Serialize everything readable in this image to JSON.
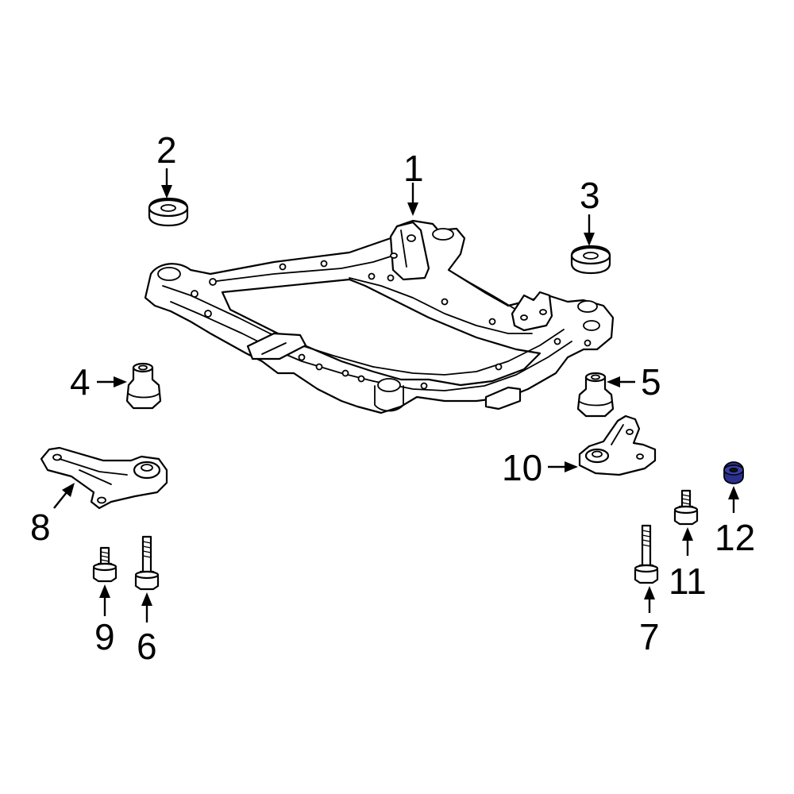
{
  "callouts": {
    "c1": "1",
    "c2": "2",
    "c3": "3",
    "c4": "4",
    "c5": "5",
    "c6": "6",
    "c7": "7",
    "c8": "8",
    "c9": "9",
    "c10": "10",
    "c11": "11",
    "c12": "12"
  },
  "colors": {
    "line": "#000000",
    "background": "#ffffff",
    "highlight_part": "#2a2f8f"
  },
  "highlighted_part": "12"
}
